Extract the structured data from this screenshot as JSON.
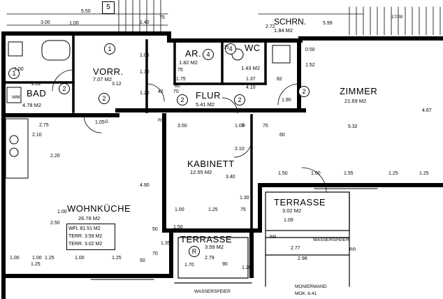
{
  "rooms": {
    "vorr": {
      "name": "VORR.",
      "area": "7.07 M2"
    },
    "ar": {
      "name": "AR.",
      "area": "1.82 M2"
    },
    "wc": {
      "name": "WC",
      "area": "1.43 M2"
    },
    "bad": {
      "name": "BAD",
      "area": "4.78 M2"
    },
    "flur": {
      "name": "FLUR",
      "area": "5.41 M2"
    },
    "zimmer": {
      "name": "ZIMMER",
      "area": "21.69 M2"
    },
    "kabinett": {
      "name": "KABINETT",
      "area": "12.55 M2"
    },
    "wohnkueche": {
      "name": "WOHNKÜCHE",
      "area": "26.76 M2"
    },
    "terrasse_right": {
      "name": "TERRASSE",
      "area": "3.02 M2"
    },
    "terrasse_bottom": {
      "name": "TERRASSE",
      "area": "3.59 M2"
    },
    "schrn": {
      "name": "SCHRN.",
      "area": "1.84 M2"
    }
  },
  "summary_box": {
    "wfl": "WFL 81.51 M2",
    "terr1": "TERR. 3.59 M2",
    "terr2": "TERR. 3.02 M2"
  },
  "badges": {
    "stair_no": "5",
    "circle_1a": "1",
    "circle_1b": "1",
    "circle_2a": "2",
    "circle_2b": "2",
    "circle_2c": "2",
    "circle_2d": "2",
    "circle_2e": "2",
    "diamond_4a": "4",
    "diamond_4b": "4",
    "bottom_mark": "R"
  },
  "annotations": {
    "wm": "WM",
    "g1": "G",
    "g2": "G",
    "rs": "RS",
    "rr1": "RR",
    "rr2": "RR",
    "wasserspeier1": "WASSERSPEIER",
    "wasserspeier2": "WASSERSPEIER",
    "monierwand": "MONIERWAND",
    "mok": "MOK. 6.41",
    "stair_label": "17/28"
  },
  "dimensions": {
    "d1": "5.50",
    "d2": "3.00",
    "d3": "1.40",
    "d4": "75",
    "d5": "5.99",
    "d6": "1.00",
    "d7": "1.06",
    "d8": "3.12",
    "d9": "2.22",
    "d10": "1.00",
    "d11": "1.75",
    "d12": "2.75",
    "d13": "2.10",
    "d14": "1.05",
    "d15": "3.50",
    "d16": "1.05",
    "d17": "75",
    "d18": "60",
    "d19": "5.32",
    "d20": "4.67",
    "d21": "1.50",
    "d22": "1.00",
    "d23": "1.55",
    "d24": "1.25",
    "d25": "2.10",
    "d26": "3.40",
    "d27": "4.90",
    "d28": "2.50",
    "d29": "2.20",
    "d30": "1.00",
    "d31": "1.25",
    "d32": "75",
    "d33": "1.00",
    "d34": "1.25",
    "d35": "2.77",
    "d36": "2.98",
    "d37": "1.20",
    "d38": "90",
    "d39": "2.79",
    "d40": "1.70",
    "d41": "1.09",
    "d42": "4.10",
    "d43": "1.37",
    "d44": "82",
    "d45": "1.20",
    "d46": "80",
    "d47": "42",
    "d48": "70",
    "d49": "1.30",
    "d50": "50",
    "d51": "0.50",
    "d52": "1.52",
    "d53": "1.50",
    "d54": "1.35",
    "d55": "1.90",
    "d56": "1.30",
    "d57": "50",
    "d58": "70",
    "d59": "1.00",
    "d60": "75",
    "d61": "75",
    "d62": "2.72",
    "d63": "1.00",
    "d64": "1.25",
    "d65": "1.00",
    "d66": "1.25",
    "d67": "1.25"
  }
}
